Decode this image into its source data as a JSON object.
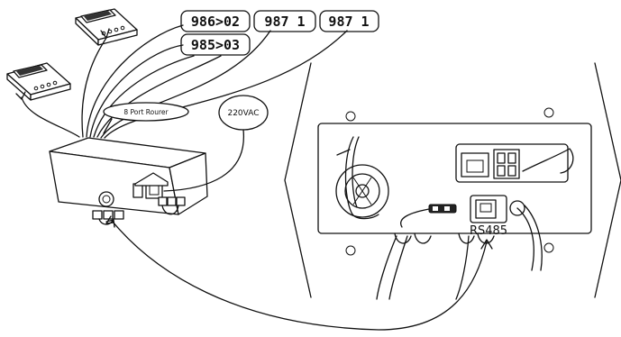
{
  "displays": {
    "scale_a_top": "986>02",
    "scale_a_bottom": "985>03",
    "scale_b": "987 1",
    "scale_c": "987 1"
  },
  "labels": {
    "router": "8 Port Rourer",
    "power": "220VAC",
    "port": "RS485"
  }
}
